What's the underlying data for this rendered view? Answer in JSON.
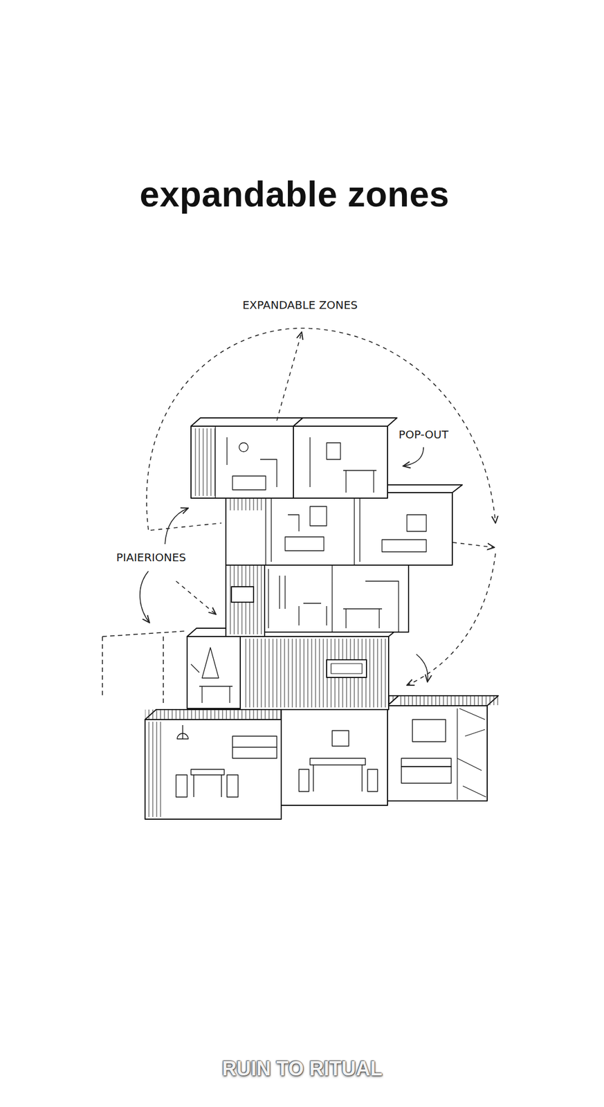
{
  "diagram": {
    "title": "expandable zones",
    "labels": [
      "EXPANDABLE ZONES",
      "POP-OUT",
      "PIAIERIONES",
      "RUIN TO RITUAL"
    ]
  }
}
